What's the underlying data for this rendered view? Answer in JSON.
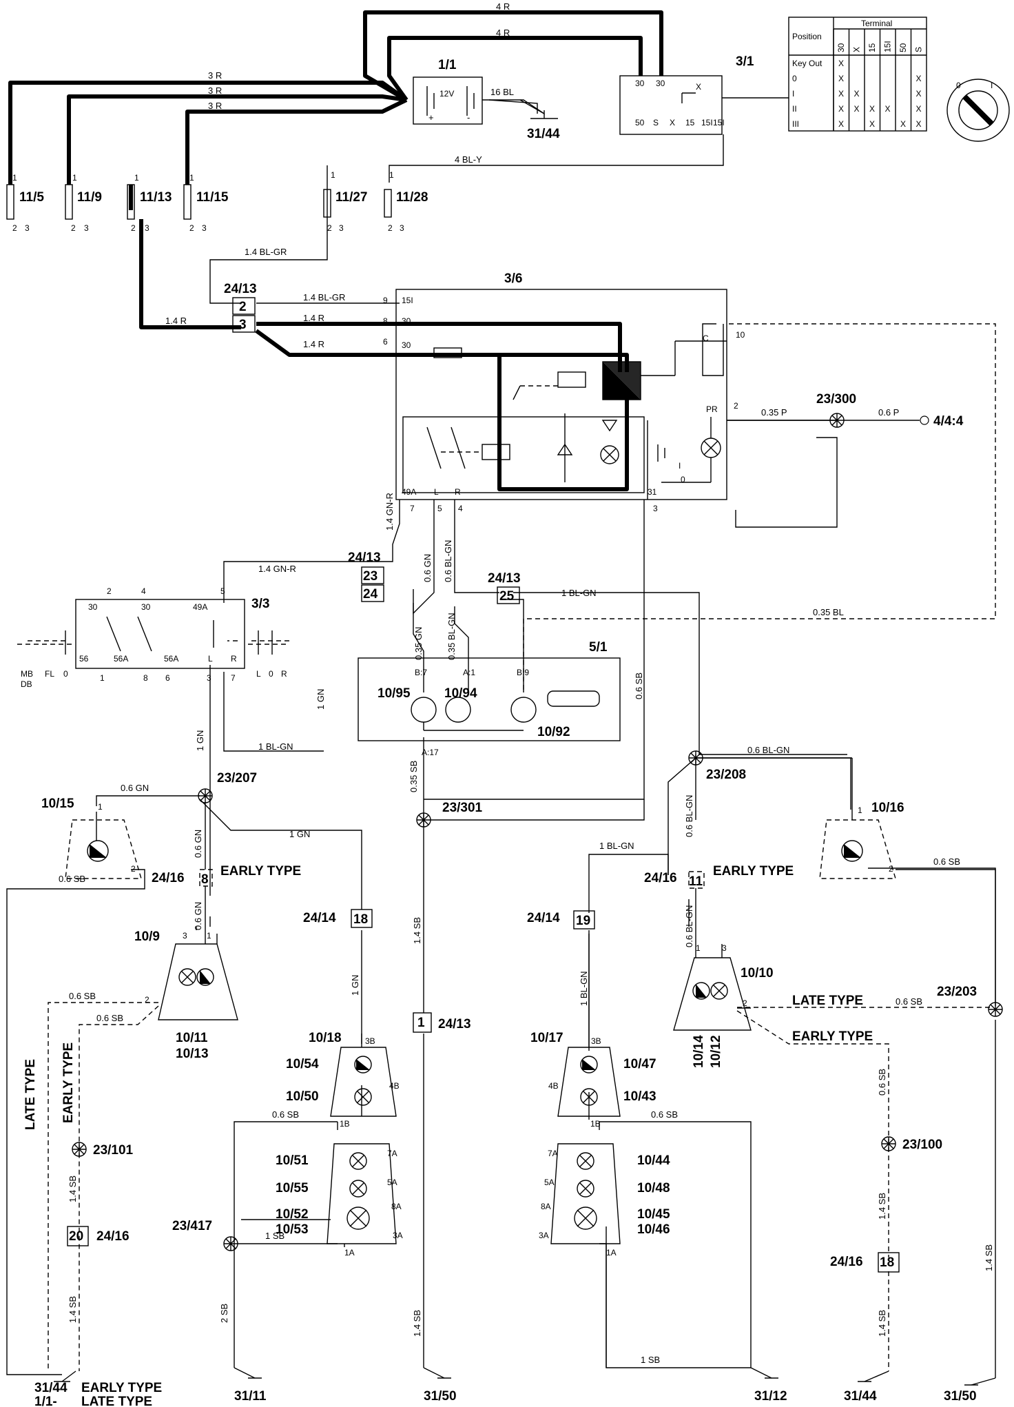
{
  "colors": {
    "ink": "#000000",
    "paper": "#ffffff"
  },
  "components": {
    "c1_1": "1/1",
    "c3_1": "3/1",
    "c3_6": "3/6",
    "c3_3": "3/3",
    "c5_1": "5/1",
    "f11_5": "11/5",
    "f11_9": "11/9",
    "f11_13": "11/13",
    "f11_15": "11/15",
    "f11_27": "11/27",
    "f11_28": "11/28",
    "g31_44a": "31/44",
    "g31_11": "31/11",
    "g31_50a": "31/50",
    "g31_12": "31/12",
    "g31_44b": "31/44",
    "g31_50b": "31/50",
    "b1_1": "1/1-",
    "j23_300": "23/300",
    "j23_207": "23/207",
    "j23_208": "23/208",
    "j23_301": "23/301",
    "j23_203": "23/203",
    "j23_101": "23/101",
    "j23_100": "23/100",
    "j23_417": "23/417",
    "l10_95": "10/95",
    "l10_94": "10/94",
    "l10_92": "10/92",
    "l10_15": "10/15",
    "l10_16": "10/16",
    "l10_9": "10/9",
    "l10_11": "10/11",
    "l10_13": "10/13",
    "l10_10": "10/10",
    "l10_14": "10/14",
    "l10_12": "10/12",
    "l10_18": "10/18",
    "l10_54": "10/54",
    "l10_50": "10/50",
    "l10_51": "10/51",
    "l10_55": "10/55",
    "l10_52": "10/52",
    "l10_53": "10/53",
    "l10_17": "10/17",
    "l10_47": "10/47",
    "l10_43": "10/43",
    "l10_44": "10/44",
    "l10_48": "10/48",
    "l10_45": "10/45",
    "l10_46": "10/46",
    "p4_4_4": "4/4:4"
  },
  "connectors": {
    "k24_13": "24/13",
    "k24_14": "24/14",
    "k24_16": "24/16",
    "pin2": "2",
    "pin3": "3",
    "pin23": "23",
    "pin24": "24",
    "pin25": "25",
    "pin18": "18",
    "pin19": "19",
    "pin8": "8",
    "pin11": "11",
    "pin1": "1",
    "pin20": "20",
    "pin18b": "18"
  },
  "wires": {
    "w4r": "4 R",
    "w3r": "3 R",
    "w16bl": "16 BL",
    "w4bly": "4 BL-Y",
    "w14blgr": "1.4 BL-GR",
    "w14r": "1.4 R",
    "w14gnr": "1.4 GN-R",
    "w06gn": "0.6 GN",
    "w06blgn": "0.6 BL-GN",
    "w035p": "0.35 P",
    "w06p": "0.6 P",
    "w1blgn": "1 BL-GN",
    "w035bl": "0.35 BL",
    "w035gn": "0.35 GN",
    "w035blgn": "0.35 BL-GN",
    "w06sb": "0.6 SB",
    "w035sb": "0.35 SB",
    "w1gn": "1 GN",
    "w14sb": "1.4 SB",
    "w1sb": "1 SB",
    "w2sb": "2 SB",
    "wsb": "SB",
    "w14": "1.4",
    "wsb2": "SB"
  },
  "terminals": {
    "t15i": "15I",
    "t30": "30",
    "t30b": "30",
    "tC": "C",
    "t10": "10",
    "tPR": "PR",
    "t2": "2",
    "t49A": "49A",
    "tL": "L",
    "tR": "R",
    "t7": "7",
    "t5": "5",
    "t4": "4",
    "t31": "31",
    "t3": "3",
    "t9": "9",
    "t8": "8",
    "t6": "6",
    "tB7": "B:7",
    "tA1": "A:1",
    "tB9": "B:9",
    "tA17": "A:17",
    "t56": "56",
    "t56A": "56A",
    "t56Ab": "56A",
    "t1": "1",
    "t6b": "6",
    "t8b": "8",
    "t3B": "3B",
    "t4B": "4B",
    "t1B": "1B",
    "t7A": "7A",
    "t5A": "5A",
    "t8A": "8A",
    "t3A": "3A",
    "t1A": "1A",
    "t50": "50",
    "tS": "S",
    "tX": "X",
    "t15": "15",
    "t15I": "15I",
    "t15Ib": "15I",
    "t30c": "30",
    "t30d": "30",
    "tMB": "MB",
    "tDB": "DB",
    "tFL": "FL",
    "t0": "0",
    "tL2": "L",
    "t02": "0",
    "tR2": "R",
    "t12v": "12V",
    "tplus": "+",
    "tminus": "-",
    "tI": "I",
    "tO": "0"
  },
  "notes": {
    "early_type": "EARLY TYPE",
    "late_type": "LATE TYPE",
    "early31": "EARLY TYPE",
    "late1": "LATE TYPE"
  },
  "ignition_table": {
    "header_position": "Position",
    "header_terminal": "Terminal",
    "cols": [
      "30",
      "X",
      "15",
      "15I",
      "50",
      "S"
    ],
    "rows": [
      "Key Out",
      "0",
      "I",
      "II",
      "III"
    ],
    "marks": [
      [
        "X",
        "",
        "",
        "",
        "",
        ""
      ],
      [
        "X",
        "",
        "",
        "",
        "",
        "X"
      ],
      [
        "X",
        "X",
        "",
        "",
        "",
        "X"
      ],
      [
        "X",
        "X",
        "X",
        "X",
        "",
        "X"
      ],
      [
        "X",
        "",
        "X",
        "",
        "X",
        "X"
      ]
    ]
  }
}
